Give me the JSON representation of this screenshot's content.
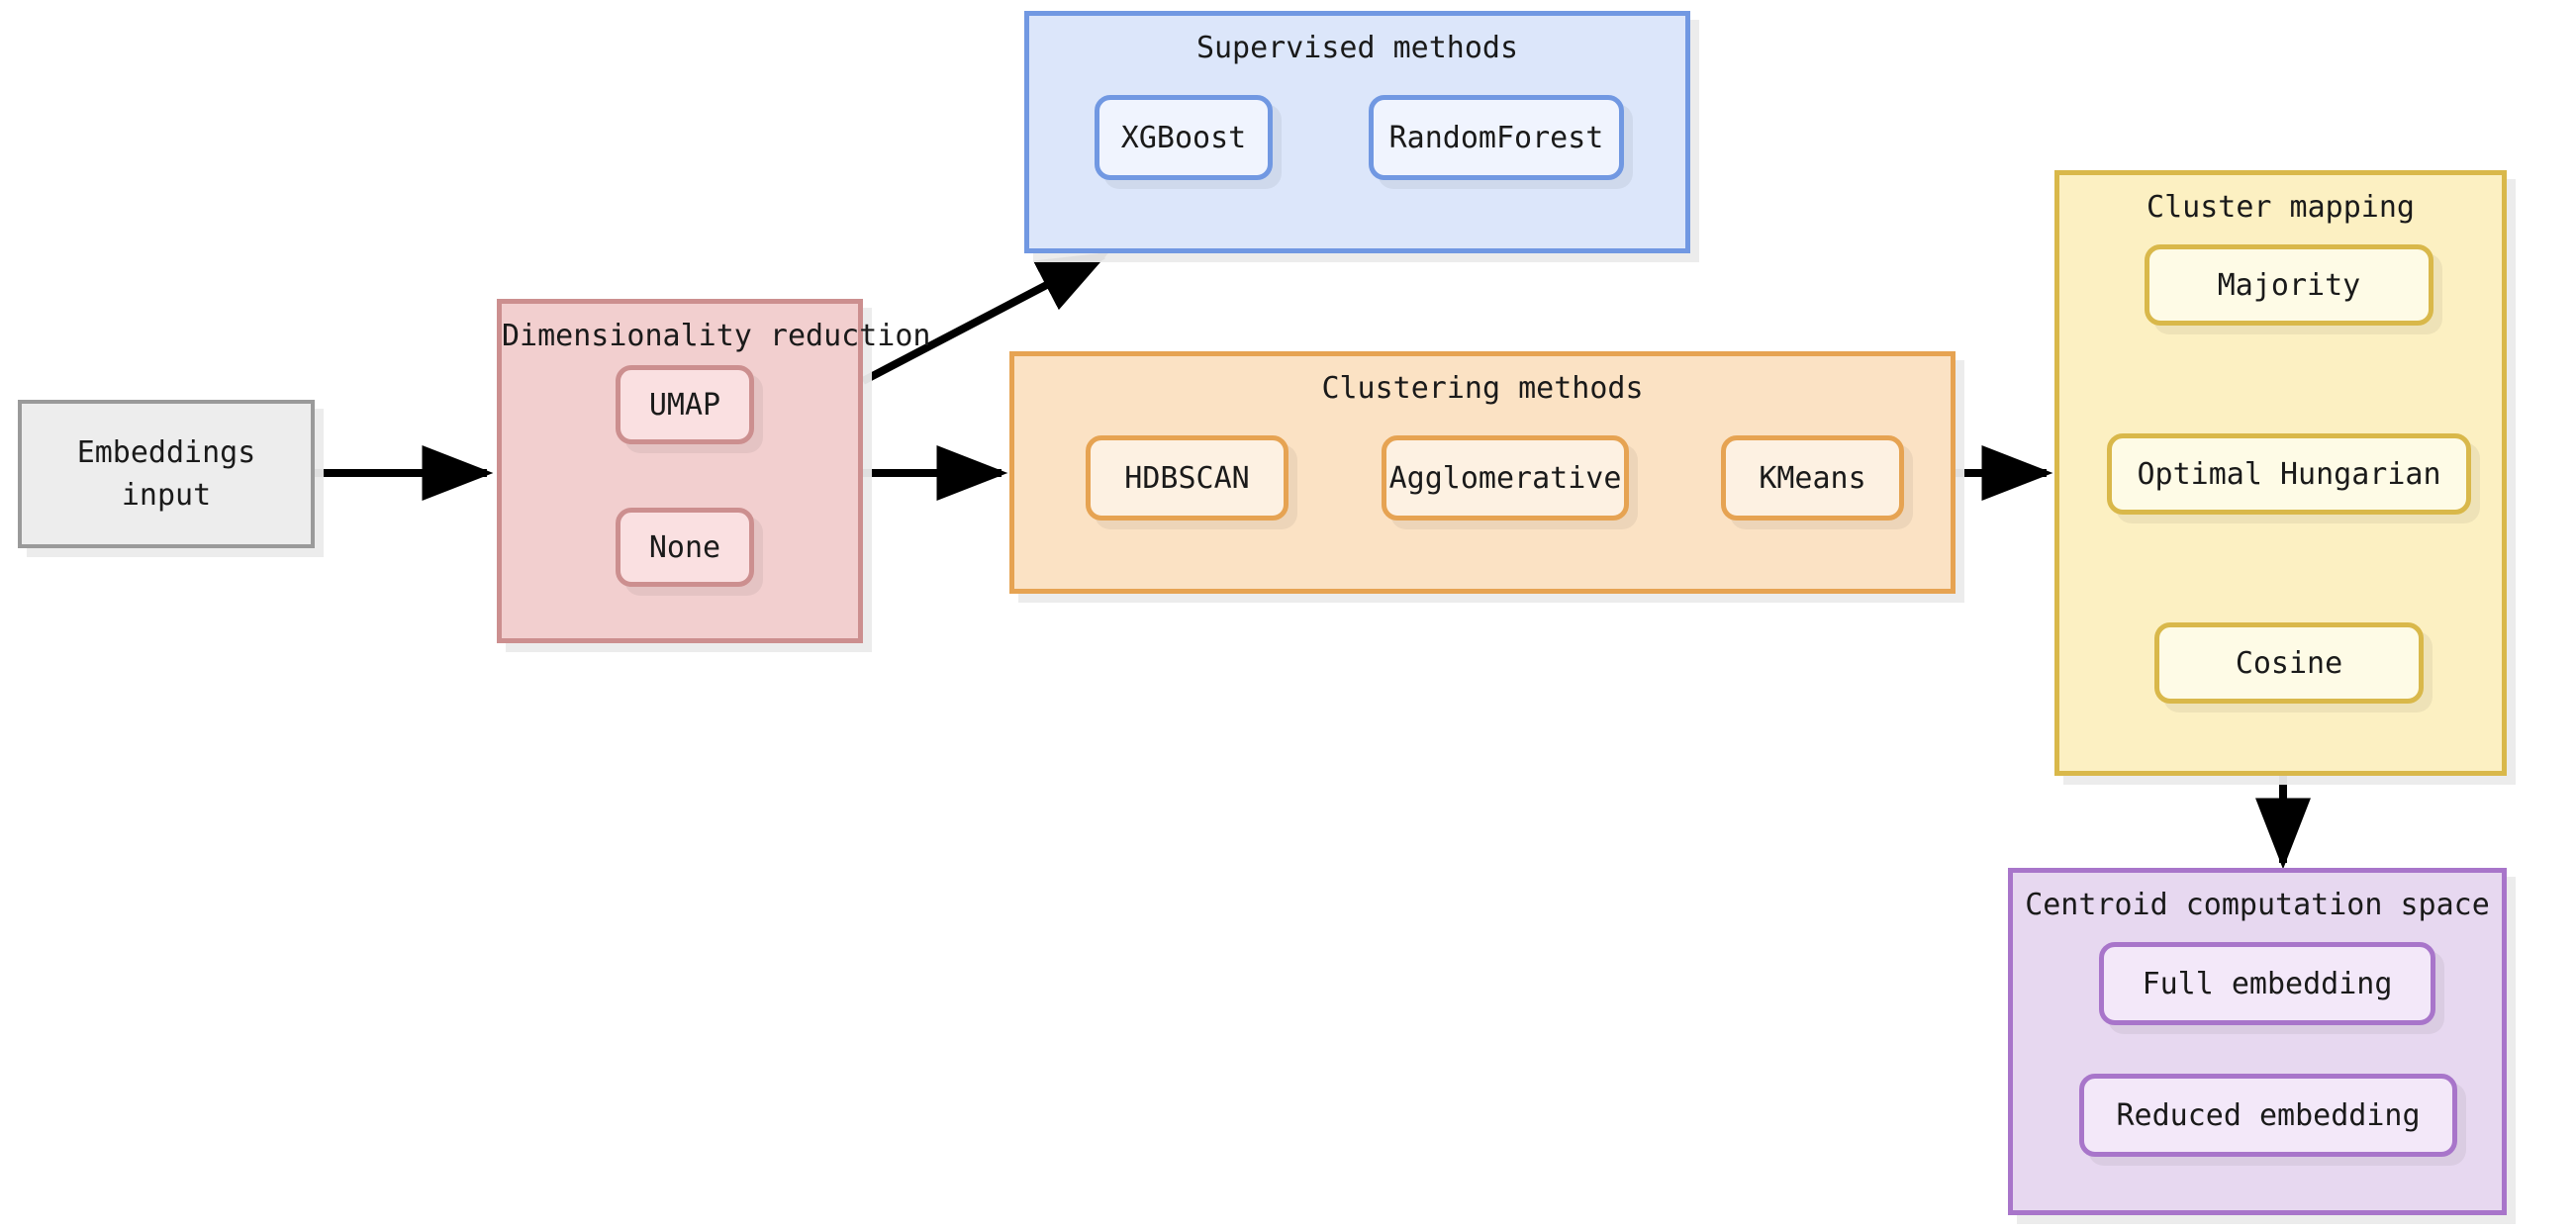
{
  "diagram": {
    "type": "flowchart",
    "title": "",
    "background": "#ffffff",
    "input_node": {
      "label_line1": "Embeddings",
      "label_line2": "input",
      "fill": "#ededed",
      "border": "#9a9a9a"
    },
    "groups": [
      {
        "id": "dimensionality-reduction",
        "title": "Dimensionality reduction",
        "fill": "#f2cfcf",
        "border": "#cc8f8f",
        "items": [
          {
            "label": "UMAP"
          },
          {
            "label": "None"
          }
        ]
      },
      {
        "id": "supervised-methods",
        "title": "Supervised methods",
        "fill": "#dce6fa",
        "border": "#7198e2",
        "items": [
          {
            "label": "XGBoost"
          },
          {
            "label": "RandomForest"
          }
        ]
      },
      {
        "id": "clustering-methods",
        "title": "Clustering methods",
        "fill": "#fbe2c4",
        "border": "#e6a352",
        "items": [
          {
            "label": "HDBSCAN"
          },
          {
            "label": "Agglomerative"
          },
          {
            "label": "KMeans"
          }
        ]
      },
      {
        "id": "cluster-mapping",
        "title": "Cluster mapping",
        "fill": "#fcf0c2",
        "border": "#d9b84a",
        "items": [
          {
            "label": "Majority"
          },
          {
            "label": "Optimal Hungarian"
          },
          {
            "label": "Cosine"
          }
        ]
      },
      {
        "id": "centroid-computation-space",
        "title": "Centroid computation space",
        "fill": "#e7d8f0",
        "border": "#a875ca",
        "items": [
          {
            "label": "Full embedding"
          },
          {
            "label": "Reduced embedding"
          }
        ]
      }
    ],
    "edges": [
      {
        "from": "embeddings-input",
        "to": "dimensionality-reduction",
        "style": "arrow"
      },
      {
        "from": "dimensionality-reduction",
        "to": "supervised-methods",
        "style": "arrow"
      },
      {
        "from": "dimensionality-reduction",
        "to": "clustering-methods",
        "style": "arrow"
      },
      {
        "from": "clustering-methods",
        "to": "cluster-mapping",
        "style": "arrow"
      },
      {
        "from": "cosine",
        "to": "centroid-computation-space",
        "style": "arrow"
      }
    ]
  }
}
